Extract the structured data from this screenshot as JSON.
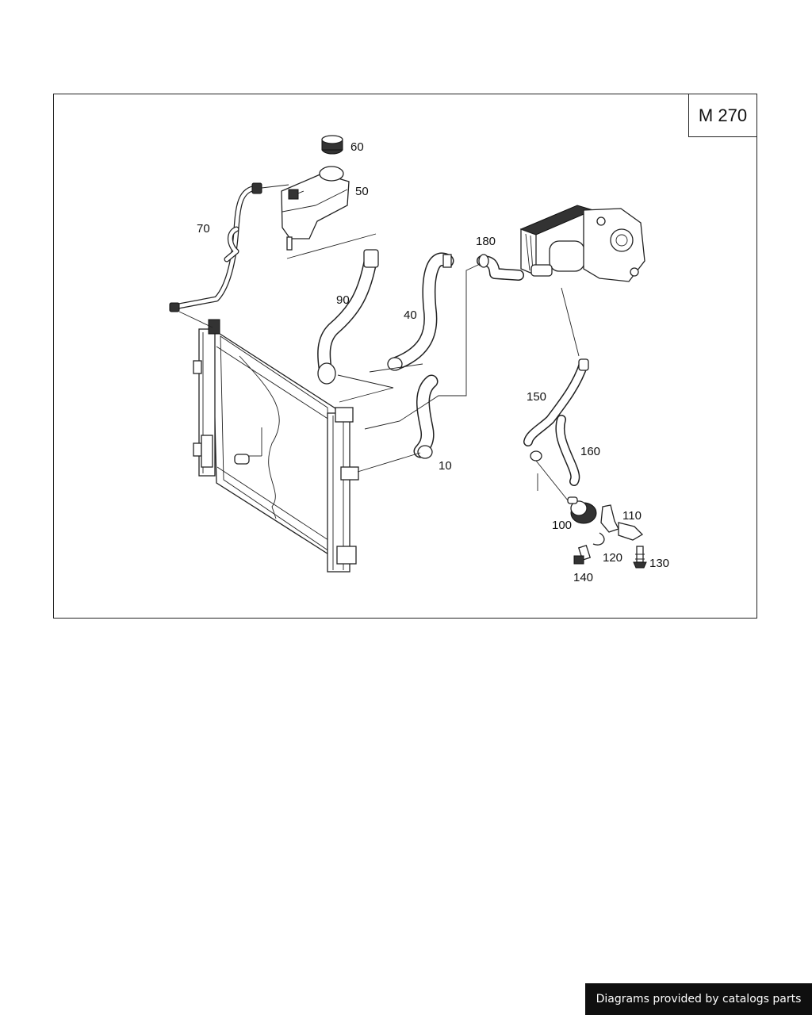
{
  "diagram": {
    "engine_code": "M 270",
    "callouts": {
      "p10": "10",
      "p40": "40",
      "p50": "50",
      "p60": "60",
      "p70": "70",
      "p90": "90",
      "p100": "100",
      "p110": "110",
      "p120": "120",
      "p130": "130",
      "p140": "140",
      "p150": "150",
      "p160": "160",
      "p180": "180"
    }
  },
  "footer": {
    "credit": "Diagrams provided by catalogs parts"
  }
}
